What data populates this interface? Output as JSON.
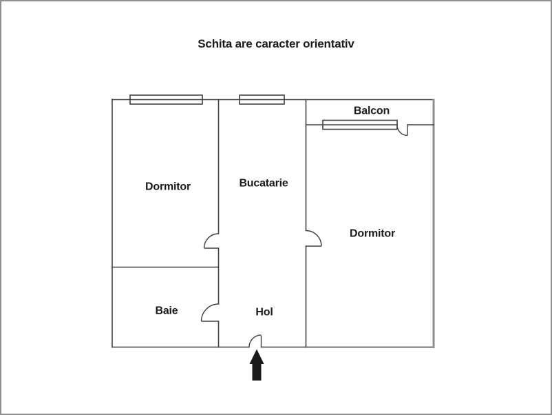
{
  "title": "Schita are caracter orientativ",
  "rooms": {
    "dormitor_left": "Dormitor",
    "bucatarie": "Bucatarie",
    "balcon": "Balcon",
    "dormitor_right": "Dormitor",
    "baie": "Baie",
    "hol": "Hol"
  },
  "colors": {
    "background": "#ffffff",
    "frame": "#8f8f8f",
    "wall": "#3f3f3f",
    "outer_right_wall": "#8e8e8e",
    "text": "#1a1a1a",
    "arrow": "#1a1a1a"
  }
}
